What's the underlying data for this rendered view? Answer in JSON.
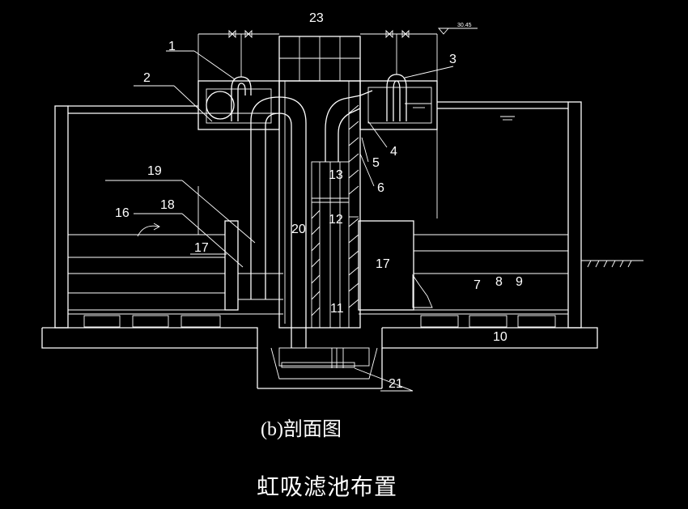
{
  "labels": {
    "l1": "1",
    "l2": "2",
    "l3": "3",
    "l4": "4",
    "l5": "5",
    "l6": "6",
    "l7": "7",
    "l8": "8",
    "l9": "9",
    "l10": "10",
    "l11": "11",
    "l12": "12",
    "l13": "13",
    "l16": "16",
    "l17a": "17",
    "l17b": "17",
    "l18": "18",
    "l19": "19",
    "l20": "20",
    "l21": "21",
    "l23": "23"
  },
  "elevation": "30.45",
  "subtitle": "(b)剖面图",
  "title": "虹吸滤池布置"
}
